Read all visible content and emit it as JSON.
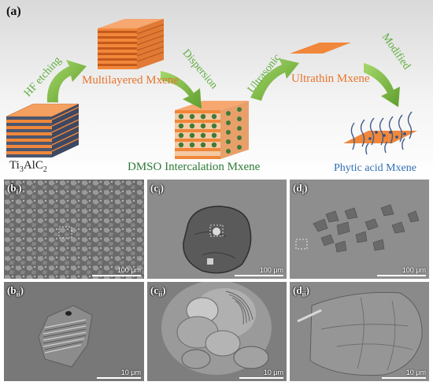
{
  "panel_a": {
    "label": "(a)",
    "ti3alc2": {
      "main": "Ti",
      "s1": "3",
      "mid": "AlC",
      "s2": "2"
    },
    "hf_etching": "HF etching",
    "multilayered": "Multilayered Mxene",
    "dispersion": "Dispersion",
    "dmso": "DMSO Intercalation Mxene",
    "ultrasonic": "Ultrasonic",
    "ultrathin": "Ultrathin Mxene",
    "modified": "Modified",
    "phytic": "Phytic acid Mxene"
  },
  "colors": {
    "orange": "#f0873a",
    "slate": "#4a5670",
    "green": "#3e7a3a",
    "arrow": "#7dc242",
    "blue_text": "#2f6fb5"
  },
  "sem": [
    {
      "letter": "b",
      "sub": "i",
      "scale": "100 μm"
    },
    {
      "letter": "c",
      "sub": "i",
      "scale": "100 μm"
    },
    {
      "letter": "d",
      "sub": "i",
      "scale": "100 μm"
    },
    {
      "letter": "b",
      "sub": "ii",
      "scale": "10 μm"
    },
    {
      "letter": "c",
      "sub": "ii",
      "scale": "10 μm"
    },
    {
      "letter": "d",
      "sub": "ii",
      "scale": "10 μm"
    }
  ]
}
